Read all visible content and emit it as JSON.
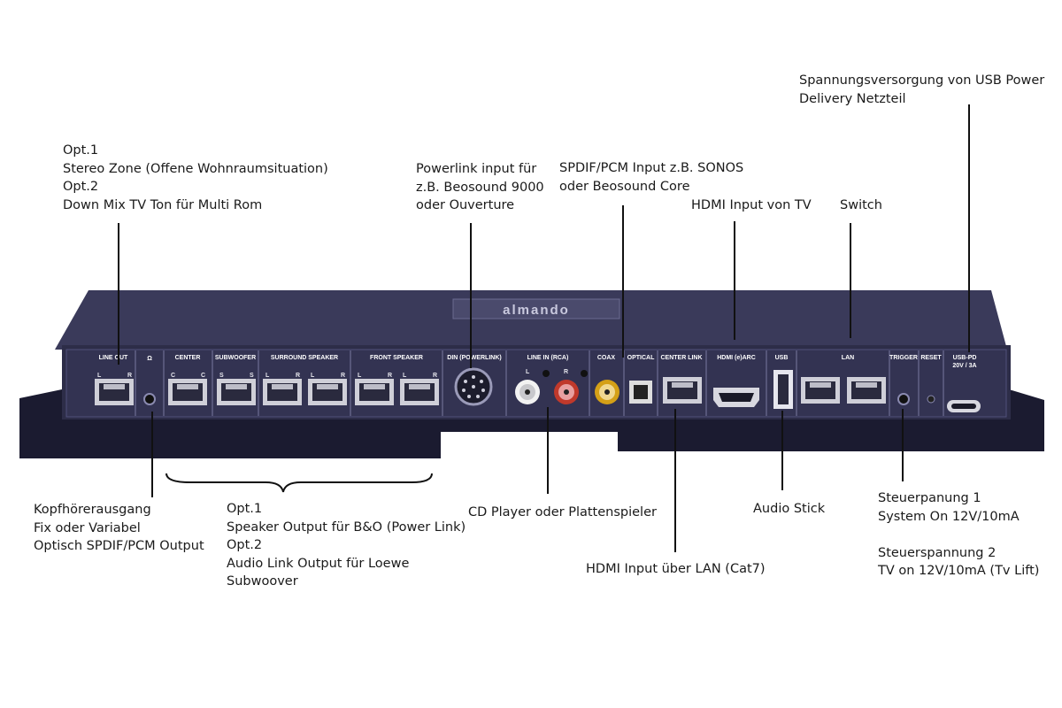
{
  "device": {
    "brand": "almando",
    "port_labels": {
      "line_out": "LINE OUT",
      "headphone": "Ω",
      "center": "CENTER",
      "subwoofer": "SUBWOOFER",
      "surround": "SURROUND SPEAKER",
      "front": "FRONT SPEAKER",
      "din": "DIN (POWERLINK)",
      "line_in": "LINE IN (RCA)",
      "coax": "COAX",
      "optical": "OPTICAL",
      "center_link": "CENTER LINK",
      "hdmi_arc": "HDMI (e)ARC",
      "usb": "USB",
      "lan": "LAN",
      "trigger": "TRIGGER",
      "reset": "RESET",
      "usb_pd": "USB-PD",
      "usb_pd_spec": "20V / 3A"
    },
    "channel_marks": {
      "l": "L",
      "r": "R",
      "c": "C",
      "s": "S"
    }
  },
  "callouts": {
    "line_out": [
      "Opt.1",
      "Stereo Zone (Offene Wohnraumsituation)",
      "Opt.2",
      "Down Mix TV Ton für Multi Rom"
    ],
    "powerlink": [
      "Powerlink input für",
      "z.B. Beosound 9000",
      "oder Ouverture"
    ],
    "spdif": [
      "SPDIF/PCM Input z.B. SONOS",
      "oder Beosound Core"
    ],
    "hdmi_tv": [
      "HDMI Input von TV"
    ],
    "switch": [
      "Switch"
    ],
    "power": [
      "Spannungsversorgung von USB Power",
      "Delivery Netzteil"
    ],
    "headphone": [
      "Kopfhörerausgang",
      "Fix oder Variabel",
      "Optisch SPDIF/PCM Output"
    ],
    "speaker_out": [
      "Opt.1",
      "Speaker Output für B&O (Power Link)",
      "Opt.2",
      "Audio Link Output für Loewe",
      "Subwoover"
    ],
    "cd": [
      "CD Player oder Plattenspieler"
    ],
    "hdmi_lan": [
      "HDMI Input über LAN (Cat7)"
    ],
    "audio_stick": [
      "Audio Stick"
    ],
    "trigger": [
      "Steuerpanung 1",
      "System On 12V/10mA",
      "",
      "Steuerspannung 2",
      "TV on 12V/10mA (Tv Lift)"
    ]
  },
  "colors": {
    "body": "#3b3b5c",
    "body_top": "#3a3a5a",
    "panel": "#2c2c45",
    "tray": "#1a1a2e",
    "rca_red": "#c0392b",
    "rca_yellow": "#d4a017",
    "rca_white": "#f2f2f2"
  }
}
